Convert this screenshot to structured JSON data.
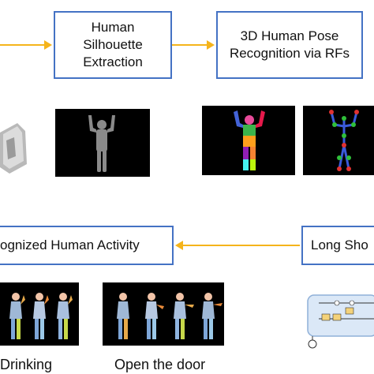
{
  "boxes": {
    "silhouette": "Human\nSilhouette\nExtraction",
    "pose": "3D Human Pose\nRecognition via RFs",
    "activity": "ognized Human Activity",
    "lstm": "Long Sho"
  },
  "captions": {
    "drinking": "Drinking",
    "open_door": "Open the door"
  },
  "colors": {
    "box_border": "#4472c4",
    "arrow": "#f5b41b"
  }
}
